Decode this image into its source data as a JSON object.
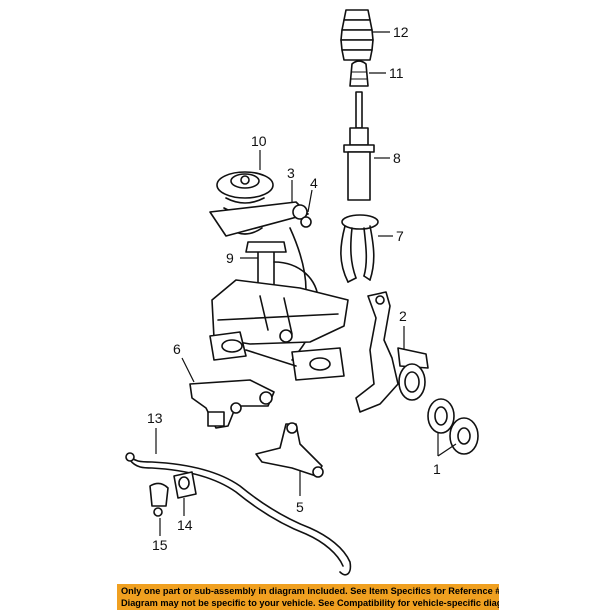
{
  "callouts": [
    {
      "id": "label-1",
      "text": "1"
    },
    {
      "id": "label-2",
      "text": "2"
    },
    {
      "id": "label-3",
      "text": "3"
    },
    {
      "id": "label-4",
      "text": "4"
    },
    {
      "id": "label-5",
      "text": "5"
    },
    {
      "id": "label-6",
      "text": "6"
    },
    {
      "id": "label-7",
      "text": "7"
    },
    {
      "id": "label-8",
      "text": "8"
    },
    {
      "id": "label-9",
      "text": "9"
    },
    {
      "id": "label-10",
      "text": "10"
    },
    {
      "id": "label-11",
      "text": "11"
    },
    {
      "id": "label-12",
      "text": "12"
    },
    {
      "id": "label-13",
      "text": "13"
    },
    {
      "id": "label-14",
      "text": "14"
    },
    {
      "id": "label-15",
      "text": "15"
    }
  ],
  "footer": {
    "line1": "Only one part or sub-assembly in diagram included. See Item Specifics for Reference #.",
    "line2": "Diagram may not be specific to your vehicle. See Compatibility for vehicle-specific diagrams."
  },
  "colors": {
    "footer_bg": "#f0a020",
    "line": "#111111"
  }
}
